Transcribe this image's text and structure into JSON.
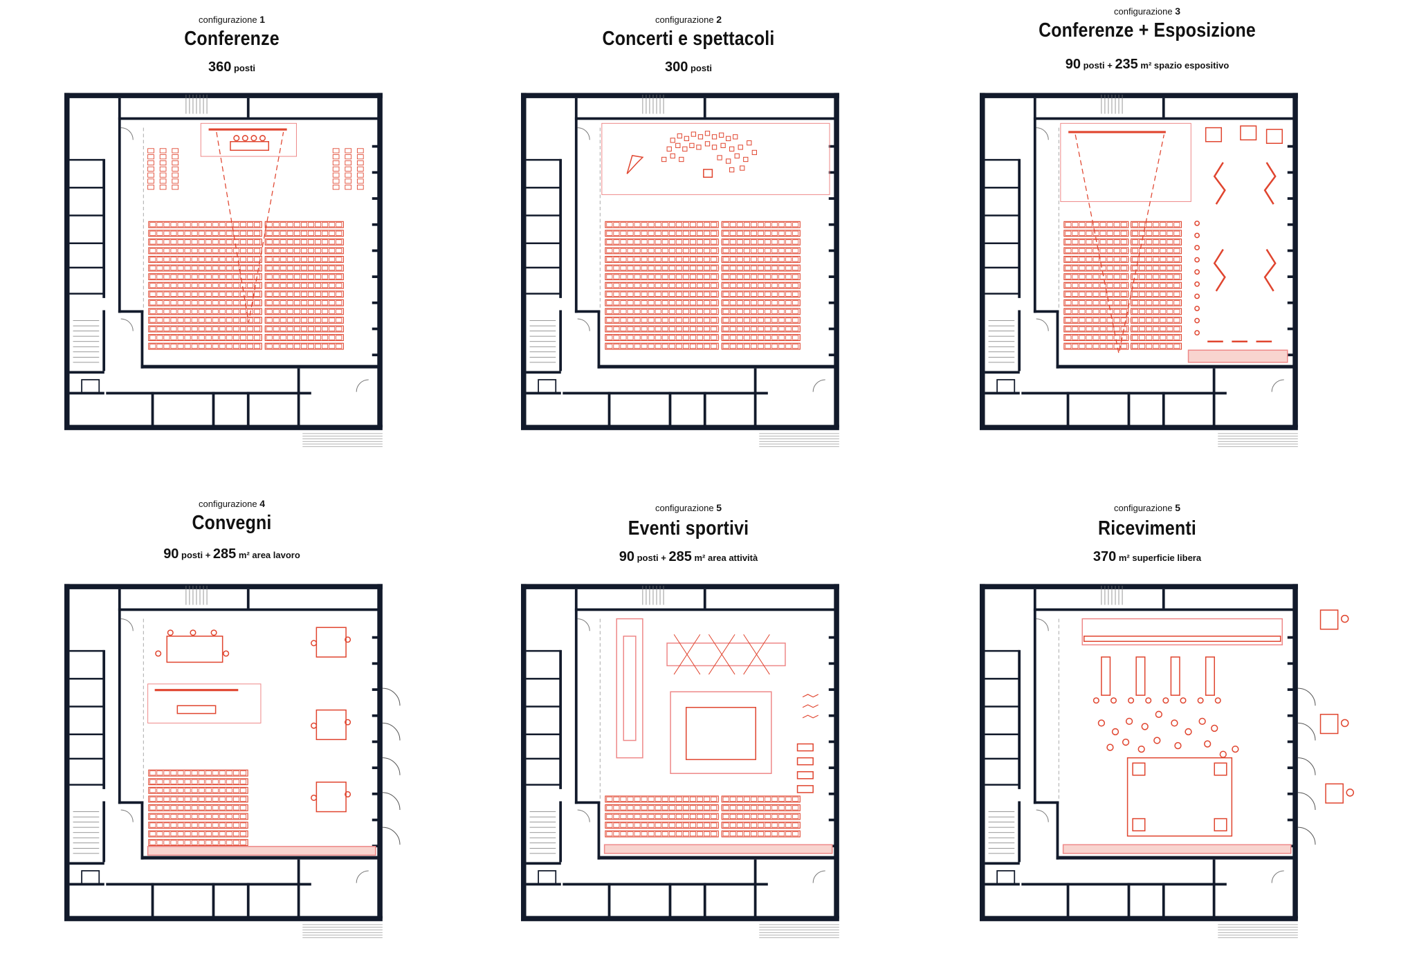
{
  "panels": [
    {
      "config_label": "configurazione",
      "config_num": "1",
      "title": "Conferenze",
      "subtitle": [
        {
          "n": "360",
          "t": " posti"
        }
      ]
    },
    {
      "config_label": "configurazione",
      "config_num": "2",
      "title": "Concerti e spettacoli",
      "subtitle": [
        {
          "n": "300",
          "t": " posti"
        }
      ]
    },
    {
      "config_label": "configurazione",
      "config_num": "3",
      "title": "Conferenze + Esposizione",
      "subtitle": [
        {
          "n": "90",
          "t": " posti + "
        },
        {
          "n": "235",
          "t": " m² spazio espositivo"
        }
      ]
    },
    {
      "config_label": "configurazione",
      "config_num": "4",
      "title": "Convegni",
      "subtitle": [
        {
          "n": "90",
          "t": " posti + "
        },
        {
          "n": "285",
          "t": " m² area  lavoro"
        }
      ]
    },
    {
      "config_label": "configurazione",
      "config_num": "5",
      "title": "Eventi sportivi",
      "subtitle": [
        {
          "n": "90",
          "t": " posti + "
        },
        {
          "n": "285",
          "t": " m² area attività"
        }
      ]
    },
    {
      "config_label": "configurazione",
      "config_num": "5",
      "title": "Ricevimenti",
      "subtitle": [
        {
          "n": "370",
          "t": " m² superficie libera"
        }
      ]
    }
  ],
  "colors": {
    "wall": "#121a2b",
    "accent": "#e0452f",
    "accent_fill": "#f8d4cf",
    "line": "#999999"
  }
}
